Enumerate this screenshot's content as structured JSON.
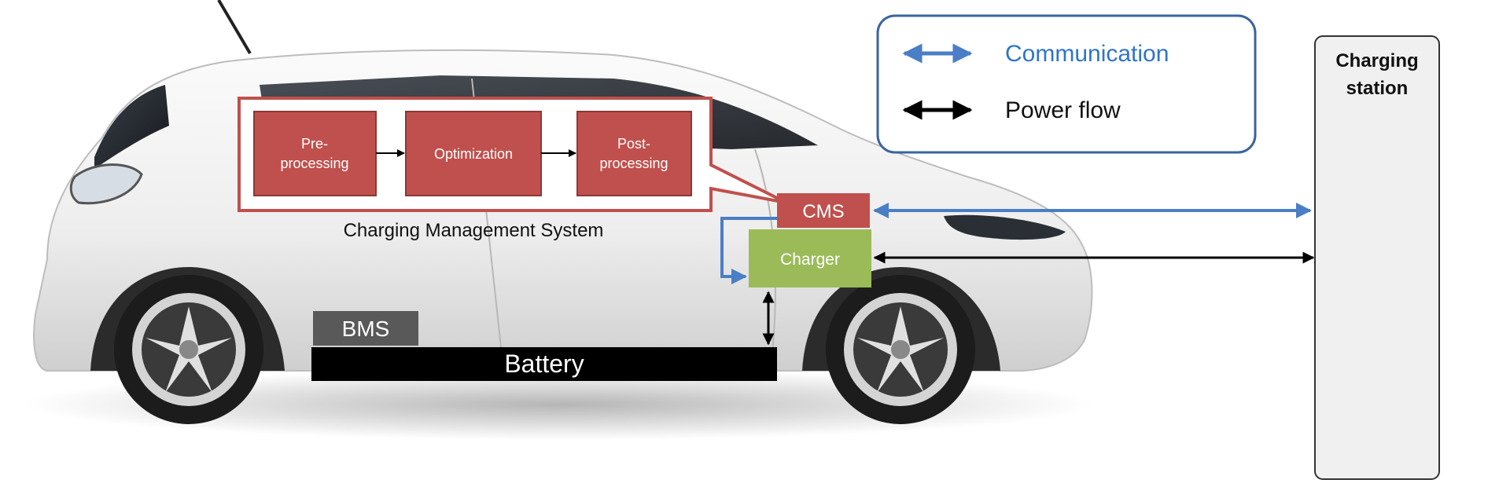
{
  "legend": {
    "communication_label": "Communication",
    "power_flow_label": "Power flow"
  },
  "cms_pipeline": {
    "title": "Charging Management System",
    "steps": [
      {
        "lines": [
          "Pre-",
          "processing"
        ]
      },
      {
        "lines": [
          "Optimization"
        ]
      },
      {
        "lines": [
          "Post-",
          "processing"
        ]
      }
    ]
  },
  "components": {
    "cms": "CMS",
    "charger": "Charger",
    "bms": "BMS",
    "battery": "Battery"
  },
  "charging_station": {
    "lines": [
      "Charging",
      "station"
    ]
  },
  "colors": {
    "communication": "#4a7ec6",
    "power": "#000000",
    "cms_box": "#c0504d",
    "charger_box": "#9bbb59",
    "bms_box": "#595959",
    "battery_box": "#000000",
    "legend_border": "#3b64a0",
    "station_fill": "#f0f0f0",
    "legend_text_blue": "#2e74c9"
  }
}
